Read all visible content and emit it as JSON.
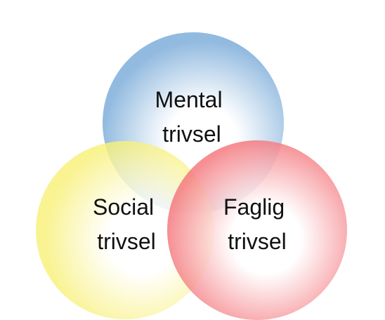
{
  "diagram": {
    "type": "venn",
    "circles": [
      {
        "id": "mental",
        "lines": [
          "Mental",
          "trivsel"
        ],
        "edge_color": "#86b3dc",
        "center_color": "#ffffff"
      },
      {
        "id": "social",
        "lines": [
          "Social",
          "trivsel"
        ],
        "edge_color": "#f8f07a",
        "center_color": "#ffffff"
      },
      {
        "id": "faglig",
        "lines": [
          "Faglig",
          "trivsel"
        ],
        "edge_color": "#f47a80",
        "center_color": "#ffffff"
      }
    ]
  }
}
